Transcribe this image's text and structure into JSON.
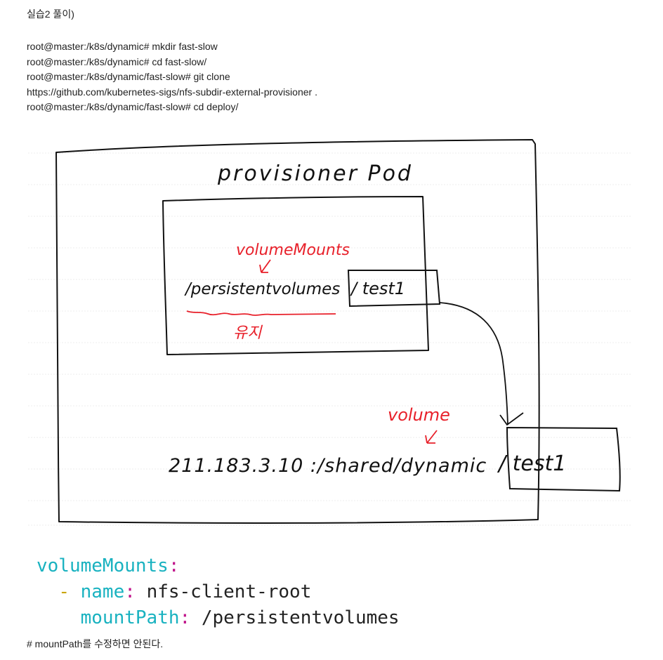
{
  "title": "실습2 풀이)",
  "commands": [
    "root@master:/k8s/dynamic# mkdir fast-slow",
    "root@master:/k8s/dynamic# cd fast-slow/",
    "root@master:/k8s/dynamic/fast-slow# git clone",
    "https://github.com/kubernetes-sigs/nfs-subdir-external-provisioner .",
    "root@master:/k8s/dynamic/fast-slow# cd deploy/"
  ],
  "diagram": {
    "pod_label": "provisioner Pod",
    "volume_mounts_label": "volumeMounts",
    "mount_path": "/persistentvolumes",
    "mount_sub": "/ test1",
    "keep_label": "유지",
    "volume_label": "volume",
    "nfs_path": "211.183.3.10 :/shared/dynamic",
    "nfs_sub": "/ test1",
    "colors": {
      "ink": "#111111",
      "red": "#e8202a"
    }
  },
  "yaml": {
    "key_volume_mounts": "volumeMounts",
    "colon": ":",
    "dash": "-",
    "key_name": "name",
    "val_name": "nfs-client-root",
    "key_mount_path": "mountPath",
    "val_mount_path": "/persistentvolumes",
    "colors": {
      "key": "#19b2c0",
      "colon": "#c0148a",
      "dash": "#c9a400"
    }
  },
  "note": "# mountPath를 수정하면 안된다."
}
